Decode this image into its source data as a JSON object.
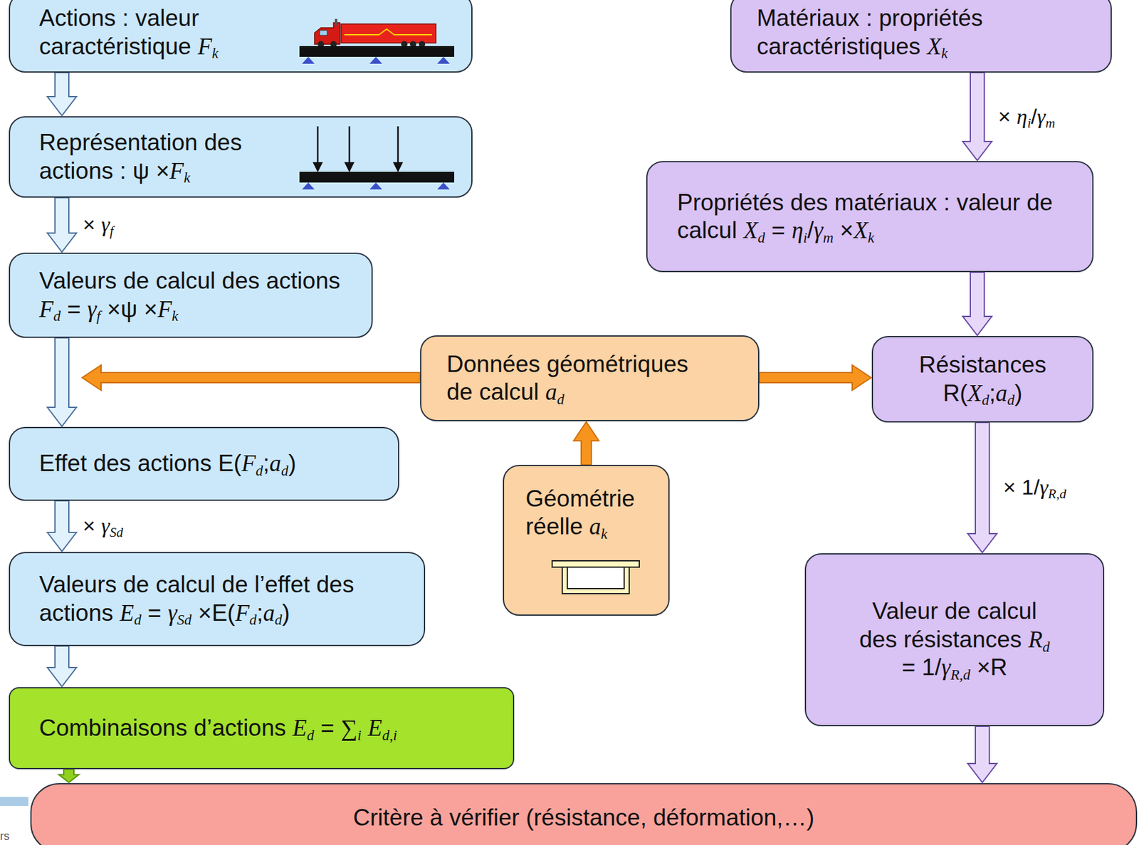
{
  "diagram": {
    "nodes": [
      {
        "text": [
          "Actions : valeur caractéristique Fk"
        ]
      },
      {
        "text": [
          "Matériaux : propriétés caractéristiques Xk"
        ]
      },
      {
        "text": [
          "Représentation des actions : ψ ×Fk"
        ]
      },
      {
        "text": [
          "Propriétés des matériaux : valeur de calcul Xd = ηi/γm ×Xk"
        ]
      },
      {
        "text": [
          "Valeurs de calcul des actions Fd = γf ×ψ ×Fk"
        ]
      },
      {
        "text": [
          "Données géométriques de calcul ad"
        ]
      },
      {
        "text": [
          "Résistances R(Xd;ad)"
        ]
      },
      {
        "text": [
          "Effet des actions E(Fd;ad)"
        ]
      },
      {
        "text": [
          "Géométrie réelle ak"
        ]
      },
      {
        "text": [
          "Valeurs de calcul de l’effet des actions Ed = γSd ×E(Fd;ad)"
        ]
      },
      {
        "text": [
          "Valeur de calcul des résistances Rd = 1/γR,d ×R"
        ]
      },
      {
        "text": [
          "Combinaisons d’actions Ed = ∑i Ed,i"
        ]
      },
      {
        "text": [
          "Critère à vérifier (résistance, déformation,…)"
        ]
      }
    ],
    "edges": [
      {
        "from": 0,
        "to": 2,
        "arrow": "to"
      },
      {
        "from": 2,
        "to": 4,
        "arrow": "to",
        "label": "× γf"
      },
      {
        "from": 4,
        "to": 7,
        "arrow": "to"
      },
      {
        "from": 7,
        "to": 9,
        "arrow": "to",
        "label": "× γSd"
      },
      {
        "from": 9,
        "to": 11,
        "arrow": "to"
      },
      {
        "from": 11,
        "to": 12,
        "arrow": "to"
      },
      {
        "from": 1,
        "to": 3,
        "arrow": "to",
        "label": "× ηi/γm"
      },
      {
        "from": 3,
        "to": 6,
        "arrow": "to"
      },
      {
        "from": 6,
        "to": 10,
        "arrow": "to",
        "label": "× 1/γR,d"
      },
      {
        "from": 10,
        "to": 12,
        "arrow": "to"
      },
      {
        "from": 5,
        "to": 7,
        "arrow": "to"
      },
      {
        "from": 5,
        "to": 6,
        "arrow": "to"
      },
      {
        "from": 8,
        "to": 5,
        "arrow": "to"
      }
    ],
    "labels": [
      "rs"
    ]
  }
}
